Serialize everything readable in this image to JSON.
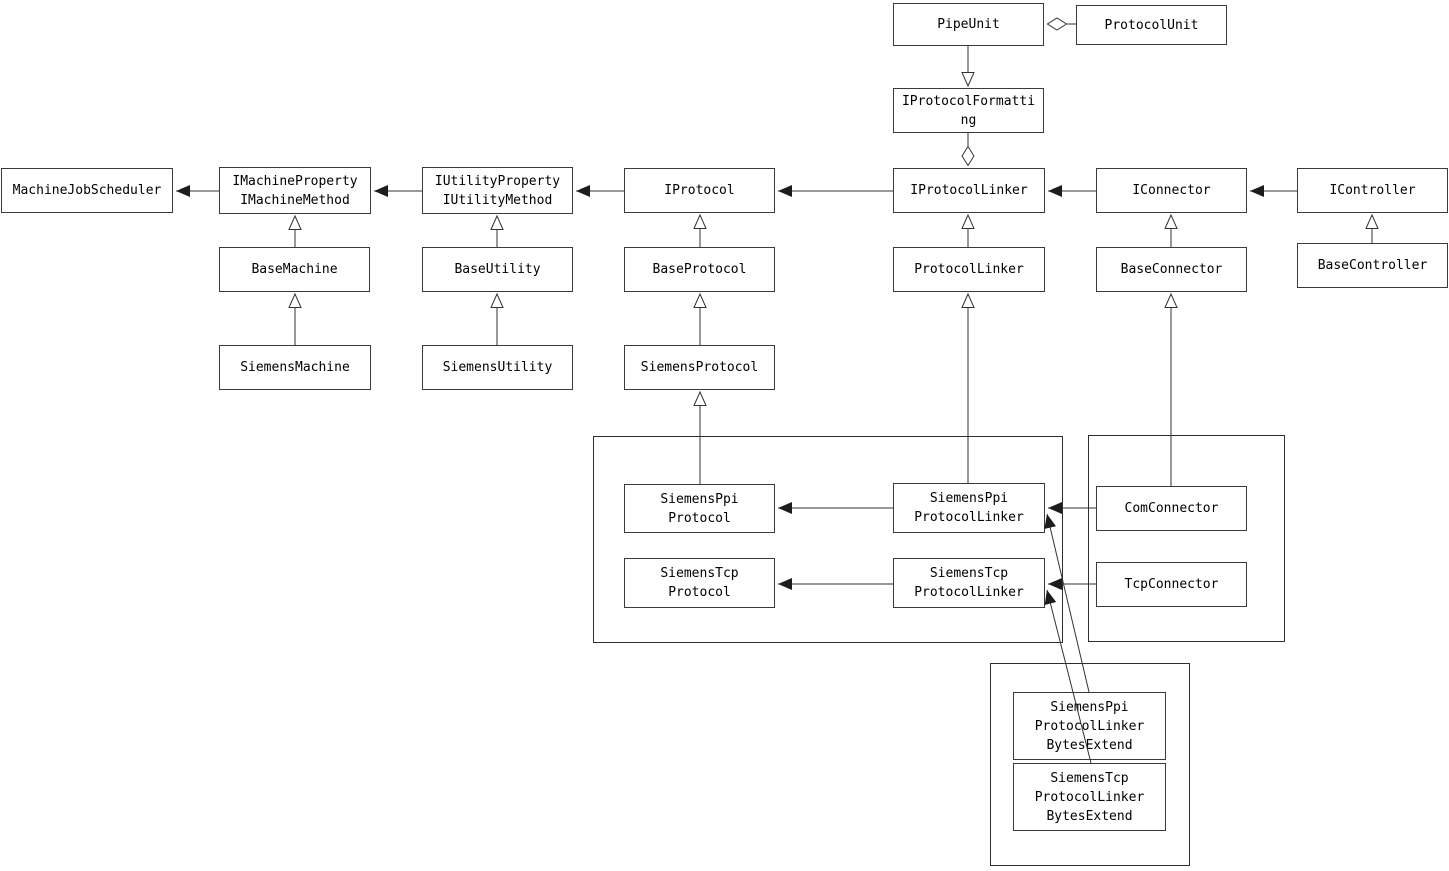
{
  "diagram": {
    "kind": "uml-class-inheritance-diagram",
    "colors": {
      "line": "#333333",
      "box_border": "#3a3a3a",
      "background": "#ffffff",
      "text": "#000000"
    },
    "nodes": {
      "pipe_unit": {
        "label": "PipeUnit"
      },
      "protocol_unit": {
        "label": "ProtocolUnit"
      },
      "iprotocol_formatting": {
        "label": "IProtocolFormatti\nng"
      },
      "machine_job_scheduler": {
        "label": "MachineJobScheduler"
      },
      "imachine": {
        "label": "IMachineProperty\nIMachineMethod"
      },
      "iutility": {
        "label": "IUtilityProperty\nIUtilityMethod"
      },
      "iprotocol": {
        "label": "IProtocol"
      },
      "iprotocol_linker": {
        "label": "IProtocolLinker"
      },
      "iconnector": {
        "label": "IConnector"
      },
      "icontroller": {
        "label": "IController"
      },
      "base_machine": {
        "label": "BaseMachine"
      },
      "base_utility": {
        "label": "BaseUtility"
      },
      "base_protocol": {
        "label": "BaseProtocol"
      },
      "protocol_linker": {
        "label": "ProtocolLinker"
      },
      "base_connector": {
        "label": "BaseConnector"
      },
      "base_controller": {
        "label": "BaseController"
      },
      "siemens_machine": {
        "label": "SiemensMachine"
      },
      "siemens_utility": {
        "label": "SiemensUtility"
      },
      "siemens_protocol": {
        "label": "SiemensProtocol"
      },
      "siemens_ppi_protocol": {
        "label": "SiemensPpi\nProtocol"
      },
      "siemens_tcp_protocol": {
        "label": "SiemensTcp\nProtocol"
      },
      "siemens_ppi_protocol_linker": {
        "label": "SiemensPpi\nProtocolLinker"
      },
      "siemens_tcp_protocol_linker": {
        "label": "SiemensTcp\nProtocolLinker"
      },
      "com_connector": {
        "label": "ComConnector"
      },
      "tcp_connector": {
        "label": "TcpConnector"
      },
      "siemens_ppi_protocol_linker_bytes_extend": {
        "label": "SiemensPpi\nProtocolLinker\nBytesExtend"
      },
      "siemens_tcp_protocol_linker_bytes_extend": {
        "label": "SiemensTcp\nProtocolLinker\nBytesExtend"
      }
    },
    "relations": [
      {
        "from": "protocol_unit",
        "to": "pipe_unit",
        "type": "hollow-diamond-aggregation"
      },
      {
        "from": "pipe_unit",
        "to": "iprotocol_formatting",
        "type": "hollow-triangle"
      },
      {
        "from": "iprotocol_formatting",
        "to": "iprotocol_linker",
        "type": "hollow-diamond-aggregation"
      },
      {
        "from": "imachine",
        "to": "machine_job_scheduler",
        "type": "filled-arrow"
      },
      {
        "from": "iutility",
        "to": "imachine",
        "type": "filled-arrow"
      },
      {
        "from": "iprotocol",
        "to": "iutility",
        "type": "filled-arrow"
      },
      {
        "from": "iprotocol_linker",
        "to": "iprotocol",
        "type": "filled-arrow"
      },
      {
        "from": "iconnector",
        "to": "iprotocol_linker",
        "type": "filled-arrow"
      },
      {
        "from": "icontroller",
        "to": "iconnector",
        "type": "filled-arrow"
      },
      {
        "from": "base_machine",
        "to": "imachine",
        "type": "hollow-triangle"
      },
      {
        "from": "base_utility",
        "to": "iutility",
        "type": "hollow-triangle"
      },
      {
        "from": "base_protocol",
        "to": "iprotocol",
        "type": "hollow-triangle"
      },
      {
        "from": "protocol_linker",
        "to": "iprotocol_linker",
        "type": "hollow-triangle"
      },
      {
        "from": "base_connector",
        "to": "iconnector",
        "type": "hollow-triangle"
      },
      {
        "from": "base_controller",
        "to": "icontroller",
        "type": "hollow-triangle"
      },
      {
        "from": "siemens_machine",
        "to": "base_machine",
        "type": "hollow-triangle"
      },
      {
        "from": "siemens_utility",
        "to": "base_utility",
        "type": "hollow-triangle"
      },
      {
        "from": "siemens_protocol",
        "to": "base_protocol",
        "type": "hollow-triangle"
      },
      {
        "from": "siemens_ppi_protocol",
        "to": "siemens_protocol",
        "type": "hollow-triangle"
      },
      {
        "from": "siemens_ppi_protocol_linker",
        "to": "protocol_linker",
        "type": "hollow-triangle"
      },
      {
        "from": "com_connector",
        "to": "base_connector",
        "type": "hollow-triangle"
      },
      {
        "from": "siemens_ppi_protocol_linker",
        "to": "siemens_ppi_protocol",
        "type": "filled-arrow"
      },
      {
        "from": "siemens_tcp_protocol_linker",
        "to": "siemens_tcp_protocol",
        "type": "filled-arrow"
      },
      {
        "from": "com_connector",
        "to": "siemens_ppi_protocol_linker",
        "type": "filled-arrow"
      },
      {
        "from": "tcp_connector",
        "to": "siemens_tcp_protocol_linker",
        "type": "filled-arrow"
      },
      {
        "from": "siemens_ppi_protocol_linker_bytes_extend",
        "to": "siemens_ppi_protocol_linker",
        "type": "filled-arrow"
      },
      {
        "from": "siemens_tcp_protocol_linker_bytes_extend",
        "to": "siemens_tcp_protocol_linker",
        "type": "filled-arrow"
      }
    ]
  }
}
